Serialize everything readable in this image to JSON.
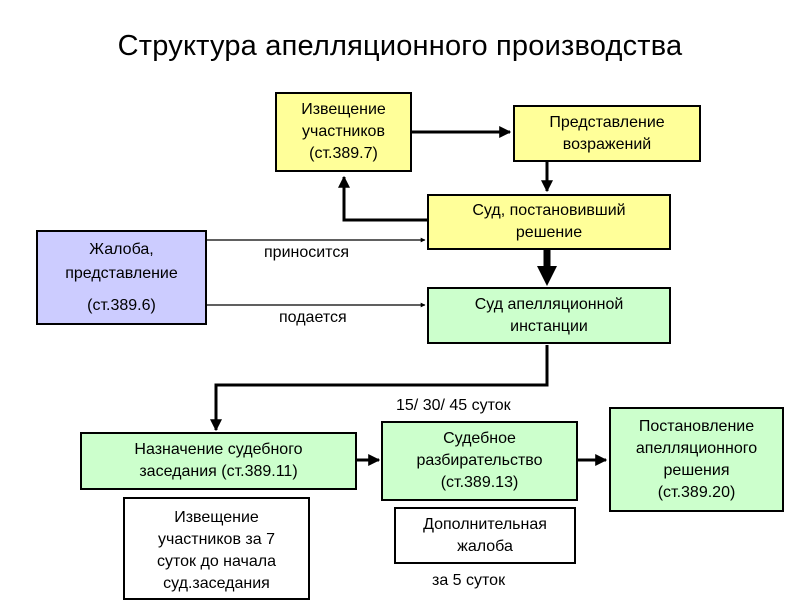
{
  "title": "Структура апелляционного производства",
  "nodes": {
    "notice": {
      "lines": [
        "Извещение",
        "участников",
        "(ст.389.7)"
      ]
    },
    "objections": {
      "lines": [
        "Представление",
        "возражений"
      ]
    },
    "court_decision": {
      "lines": [
        "Суд, постановивший",
        "решение"
      ]
    },
    "complaint": {
      "lines": [
        "Жалоба,",
        "представление",
        "(ст.389.6)"
      ]
    },
    "appeal_court": {
      "lines": [
        "Суд апелляционной",
        "инстанции"
      ]
    },
    "hearing_appointment": {
      "lines": [
        "Назначение судебного",
        "заседания (ст.389.11)"
      ]
    },
    "trial": {
      "lines": [
        "Судебное",
        "разбирательство",
        "(ст.389.13)"
      ]
    },
    "ruling": {
      "lines": [
        "Постановление",
        "апелляционного",
        "решения",
        "(ст.389.20)"
      ]
    },
    "notice_7days": {
      "lines": [
        "Извещение",
        "участников за 7",
        "суток до начала",
        "суд.заседания"
      ]
    },
    "additional_complaint": {
      "lines": [
        "Дополнительная",
        "жалоба"
      ]
    }
  },
  "labels": {
    "brought": "приносится",
    "filed": "подается",
    "duration": "15/ 30/ 45 суток",
    "within5": "за 5 суток"
  }
}
